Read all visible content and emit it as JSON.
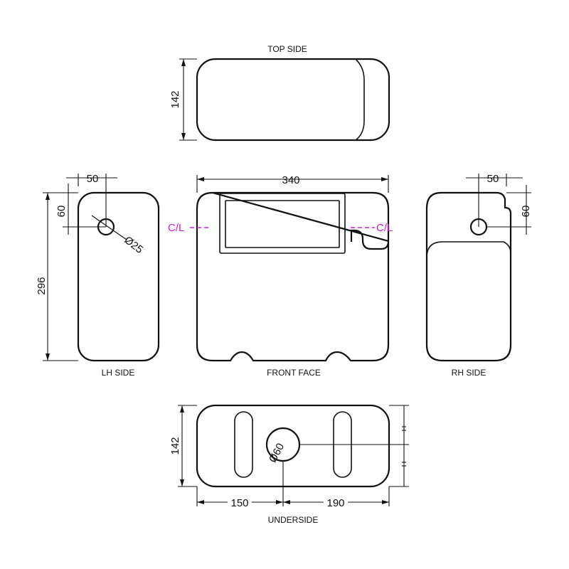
{
  "views": {
    "top": "TOP SIDE",
    "lh": "LH SIDE",
    "front": "FRONT FACE",
    "rh": "RH SIDE",
    "under": "UNDERSIDE"
  },
  "dims": {
    "top_depth": "142",
    "lh_width": "50",
    "lh_height_offset": "60",
    "lh_hole": "Ø25",
    "total_height": "296",
    "front_width": "340",
    "rh_width": "50",
    "rh_height_offset": "60",
    "under_depth": "142",
    "under_hole": "Ø60",
    "under_left": "150",
    "under_right": "190"
  },
  "centerline": {
    "left": "C/L",
    "right": "C/L"
  },
  "colors": {
    "centerline": "#d31bd3",
    "line": "#111111"
  }
}
